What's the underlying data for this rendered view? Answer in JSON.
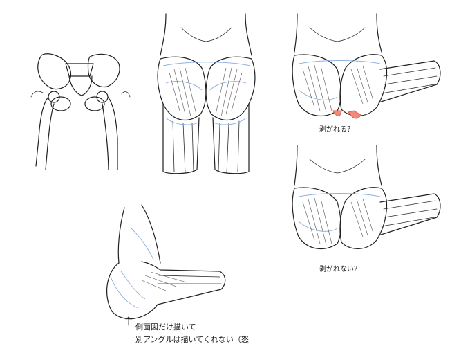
{
  "annotations": {
    "peels_question": "剥がれる？",
    "not_peels_question": "剥がれない？",
    "bottom_note_line1": "側面図だけ描いて",
    "bottom_note_line2": "別アングルは描いてくれない（怒",
    "arrow_glyph": "↑"
  },
  "colors": {
    "ink": "#1f1f1f",
    "guide_blue": "#8fb0e0",
    "highlight_red": "#f08a7a"
  }
}
